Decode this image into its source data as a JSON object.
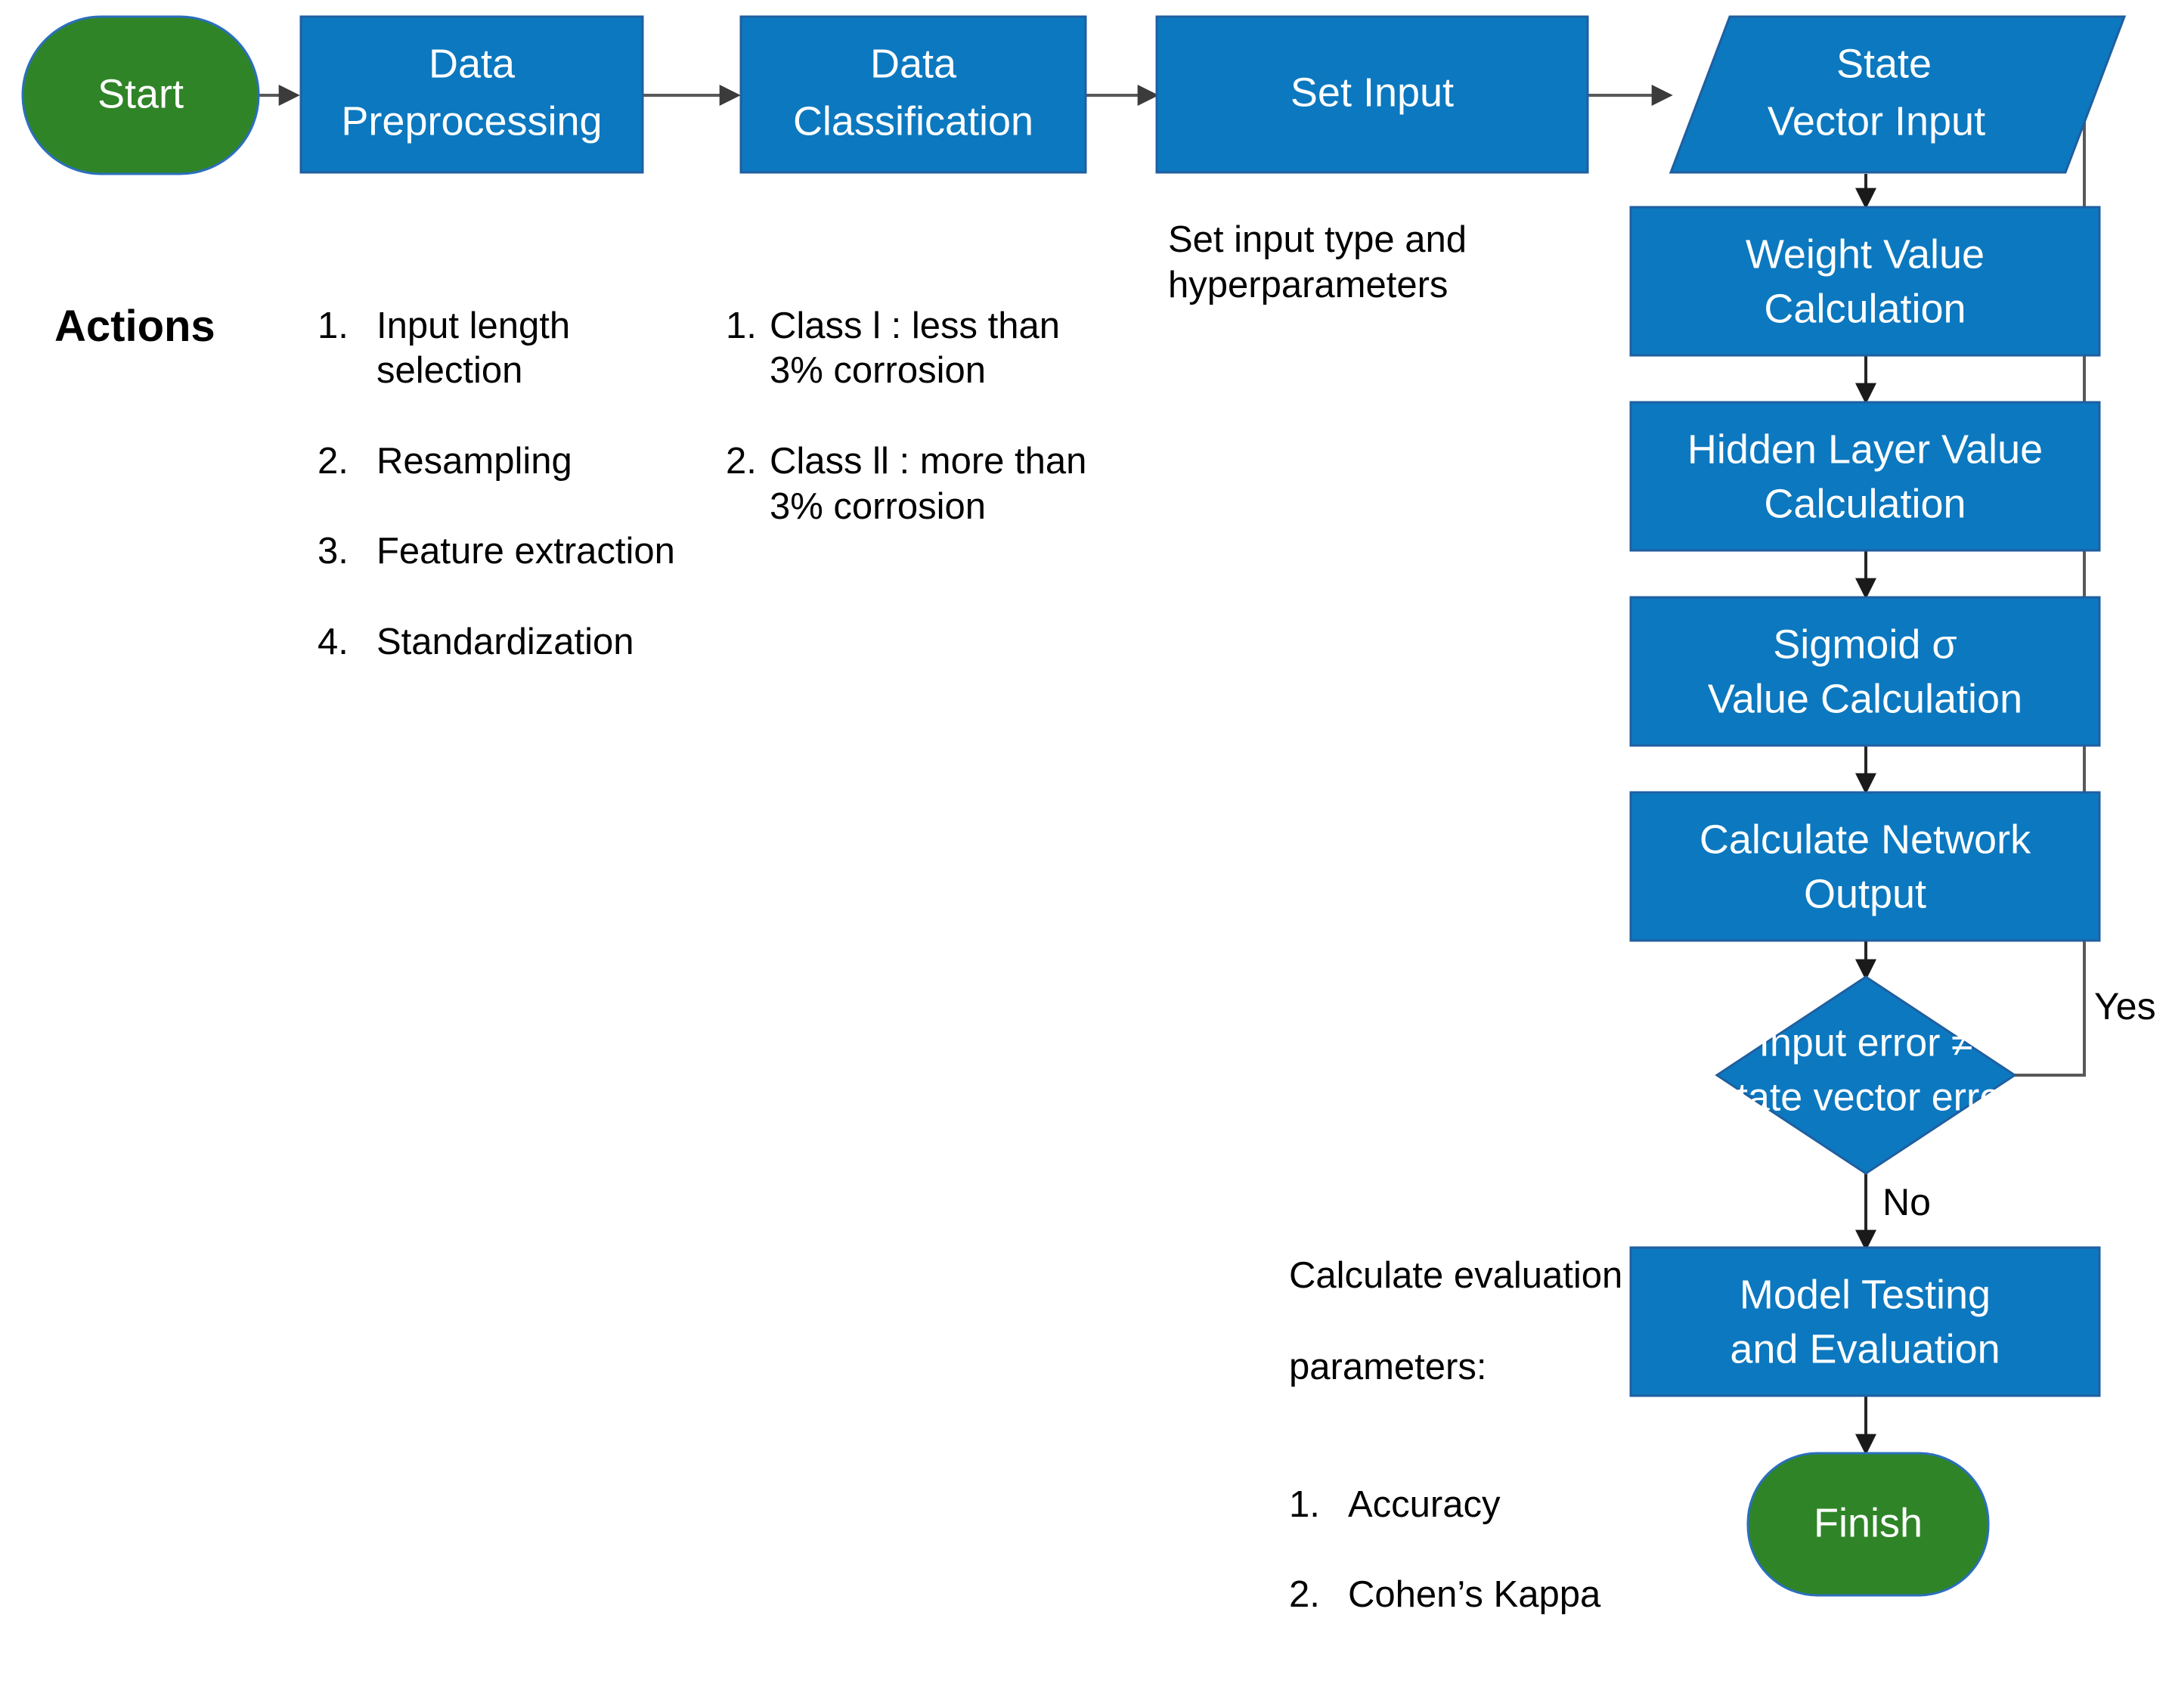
{
  "diagram": {
    "title_label": "Actions",
    "accent_blue": "#0c78bf",
    "accent_green": "#2f8427",
    "edge_color": "#595959"
  },
  "nodes": {
    "start": {
      "label": "Start",
      "shape": "terminator"
    },
    "data_preprocessing": {
      "line1": "Data",
      "line2": "Preprocessing",
      "shape": "process"
    },
    "data_classification": {
      "line1": "Data",
      "line2": "Classification",
      "shape": "process"
    },
    "set_input": {
      "line1": "Set Input",
      "line2": "",
      "shape": "process"
    },
    "state_vector_input": {
      "line1": "State",
      "line2": "Vector Input",
      "shape": "data"
    },
    "weight_value": {
      "line1": "Weight Value",
      "line2": "Calculation",
      "shape": "process"
    },
    "hidden_layer_value": {
      "line1": "Hidden Layer Value",
      "line2": "Calculation",
      "shape": "process"
    },
    "sigmoid_value": {
      "line1": "Sigmoid σ",
      "line2": "Value Calculation",
      "shape": "process"
    },
    "calculate_network_output": {
      "line1": "Calculate Network",
      "line2": "Output",
      "shape": "process"
    },
    "decision_error": {
      "line1": "Input error ≠",
      "line2": "state vector error",
      "shape": "decision"
    },
    "model_testing": {
      "line1": "Model Testing",
      "line2": "and Evaluation",
      "shape": "process"
    },
    "finish": {
      "label": "Finish",
      "shape": "terminator"
    }
  },
  "edge_labels": {
    "yes": "Yes",
    "no": "No"
  },
  "annotations": {
    "preprocessing": {
      "items": [
        {
          "num": "1.",
          "text": "Input length selection"
        },
        {
          "num": "2.",
          "text": "Resampling"
        },
        {
          "num": "3.",
          "text": "Feature extraction"
        },
        {
          "num": "4.",
          "text": "Standardization"
        }
      ]
    },
    "classification": {
      "items": [
        {
          "num": "1.",
          "text": "Class l : less than 3% corrosion"
        },
        {
          "num": "2.",
          "text": "Class ll : more than 3% corrosion"
        }
      ]
    },
    "set_input": {
      "text": "Set input type and hyperparameters"
    },
    "evaluation": {
      "heading_line1": "Calculate evaluation",
      "heading_line2": "parameters:",
      "items": [
        {
          "num": "1.",
          "text": "Accuracy"
        },
        {
          "num": "2.",
          "text": "Cohen’s Kappa"
        }
      ]
    }
  }
}
